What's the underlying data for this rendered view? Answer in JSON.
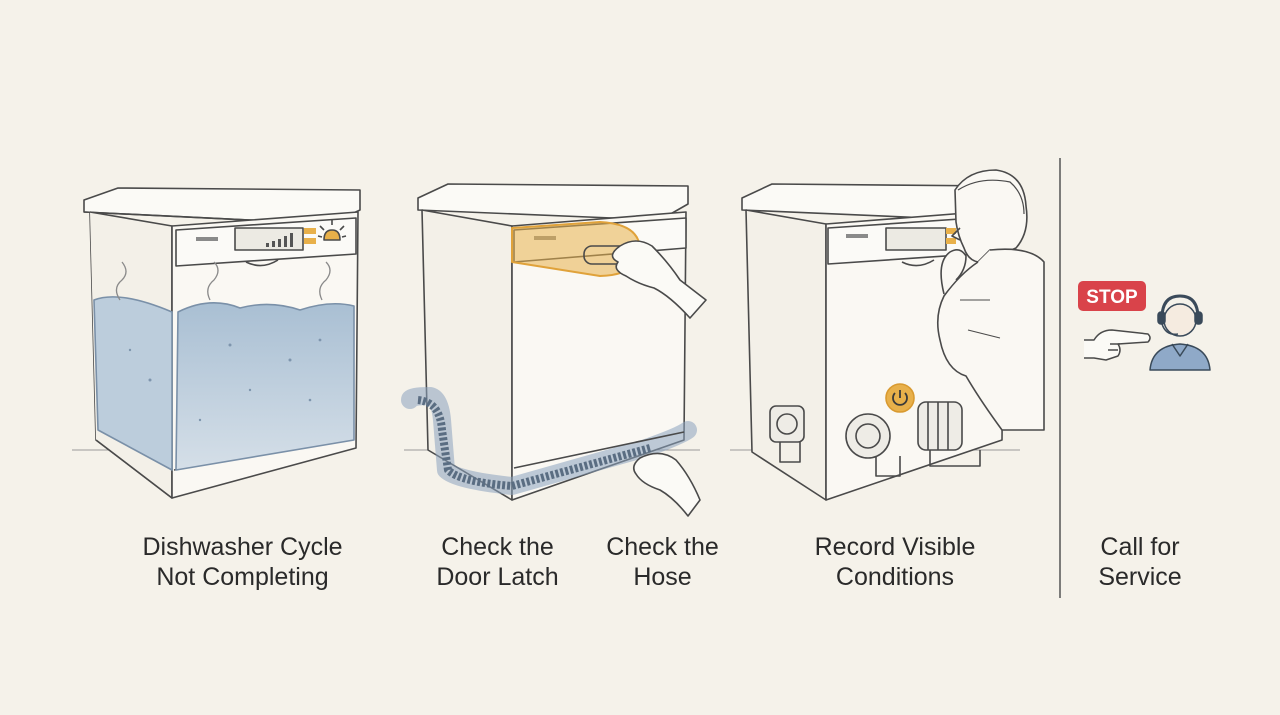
{
  "steps": [
    {
      "id": "cycle",
      "line1": "Dishwasher Cycle",
      "line2": "Not Completing"
    },
    {
      "id": "latch",
      "line1": "Check the",
      "line2": "Door Latch"
    },
    {
      "id": "hose",
      "line1": "Check the",
      "line2": "Hose"
    },
    {
      "id": "record",
      "line1": "Record Visible",
      "line2": "Conditions"
    },
    {
      "id": "service",
      "line1": "Call for",
      "line2": "Service"
    }
  ],
  "stop_sign": {
    "label": "STOP"
  },
  "colors": {
    "background": "#f5f2ea",
    "line": "#4a4a4a",
    "water": "#b9cbdb",
    "highlight_orange": "#e8b04a",
    "highlight_blue": "#7f9ab8",
    "stop_red": "#d9434a",
    "agent_blue": "#8fa9c8"
  },
  "icons": [
    "warning-light-icon",
    "power-icon",
    "headset-agent-icon",
    "pointing-hand-icon"
  ]
}
